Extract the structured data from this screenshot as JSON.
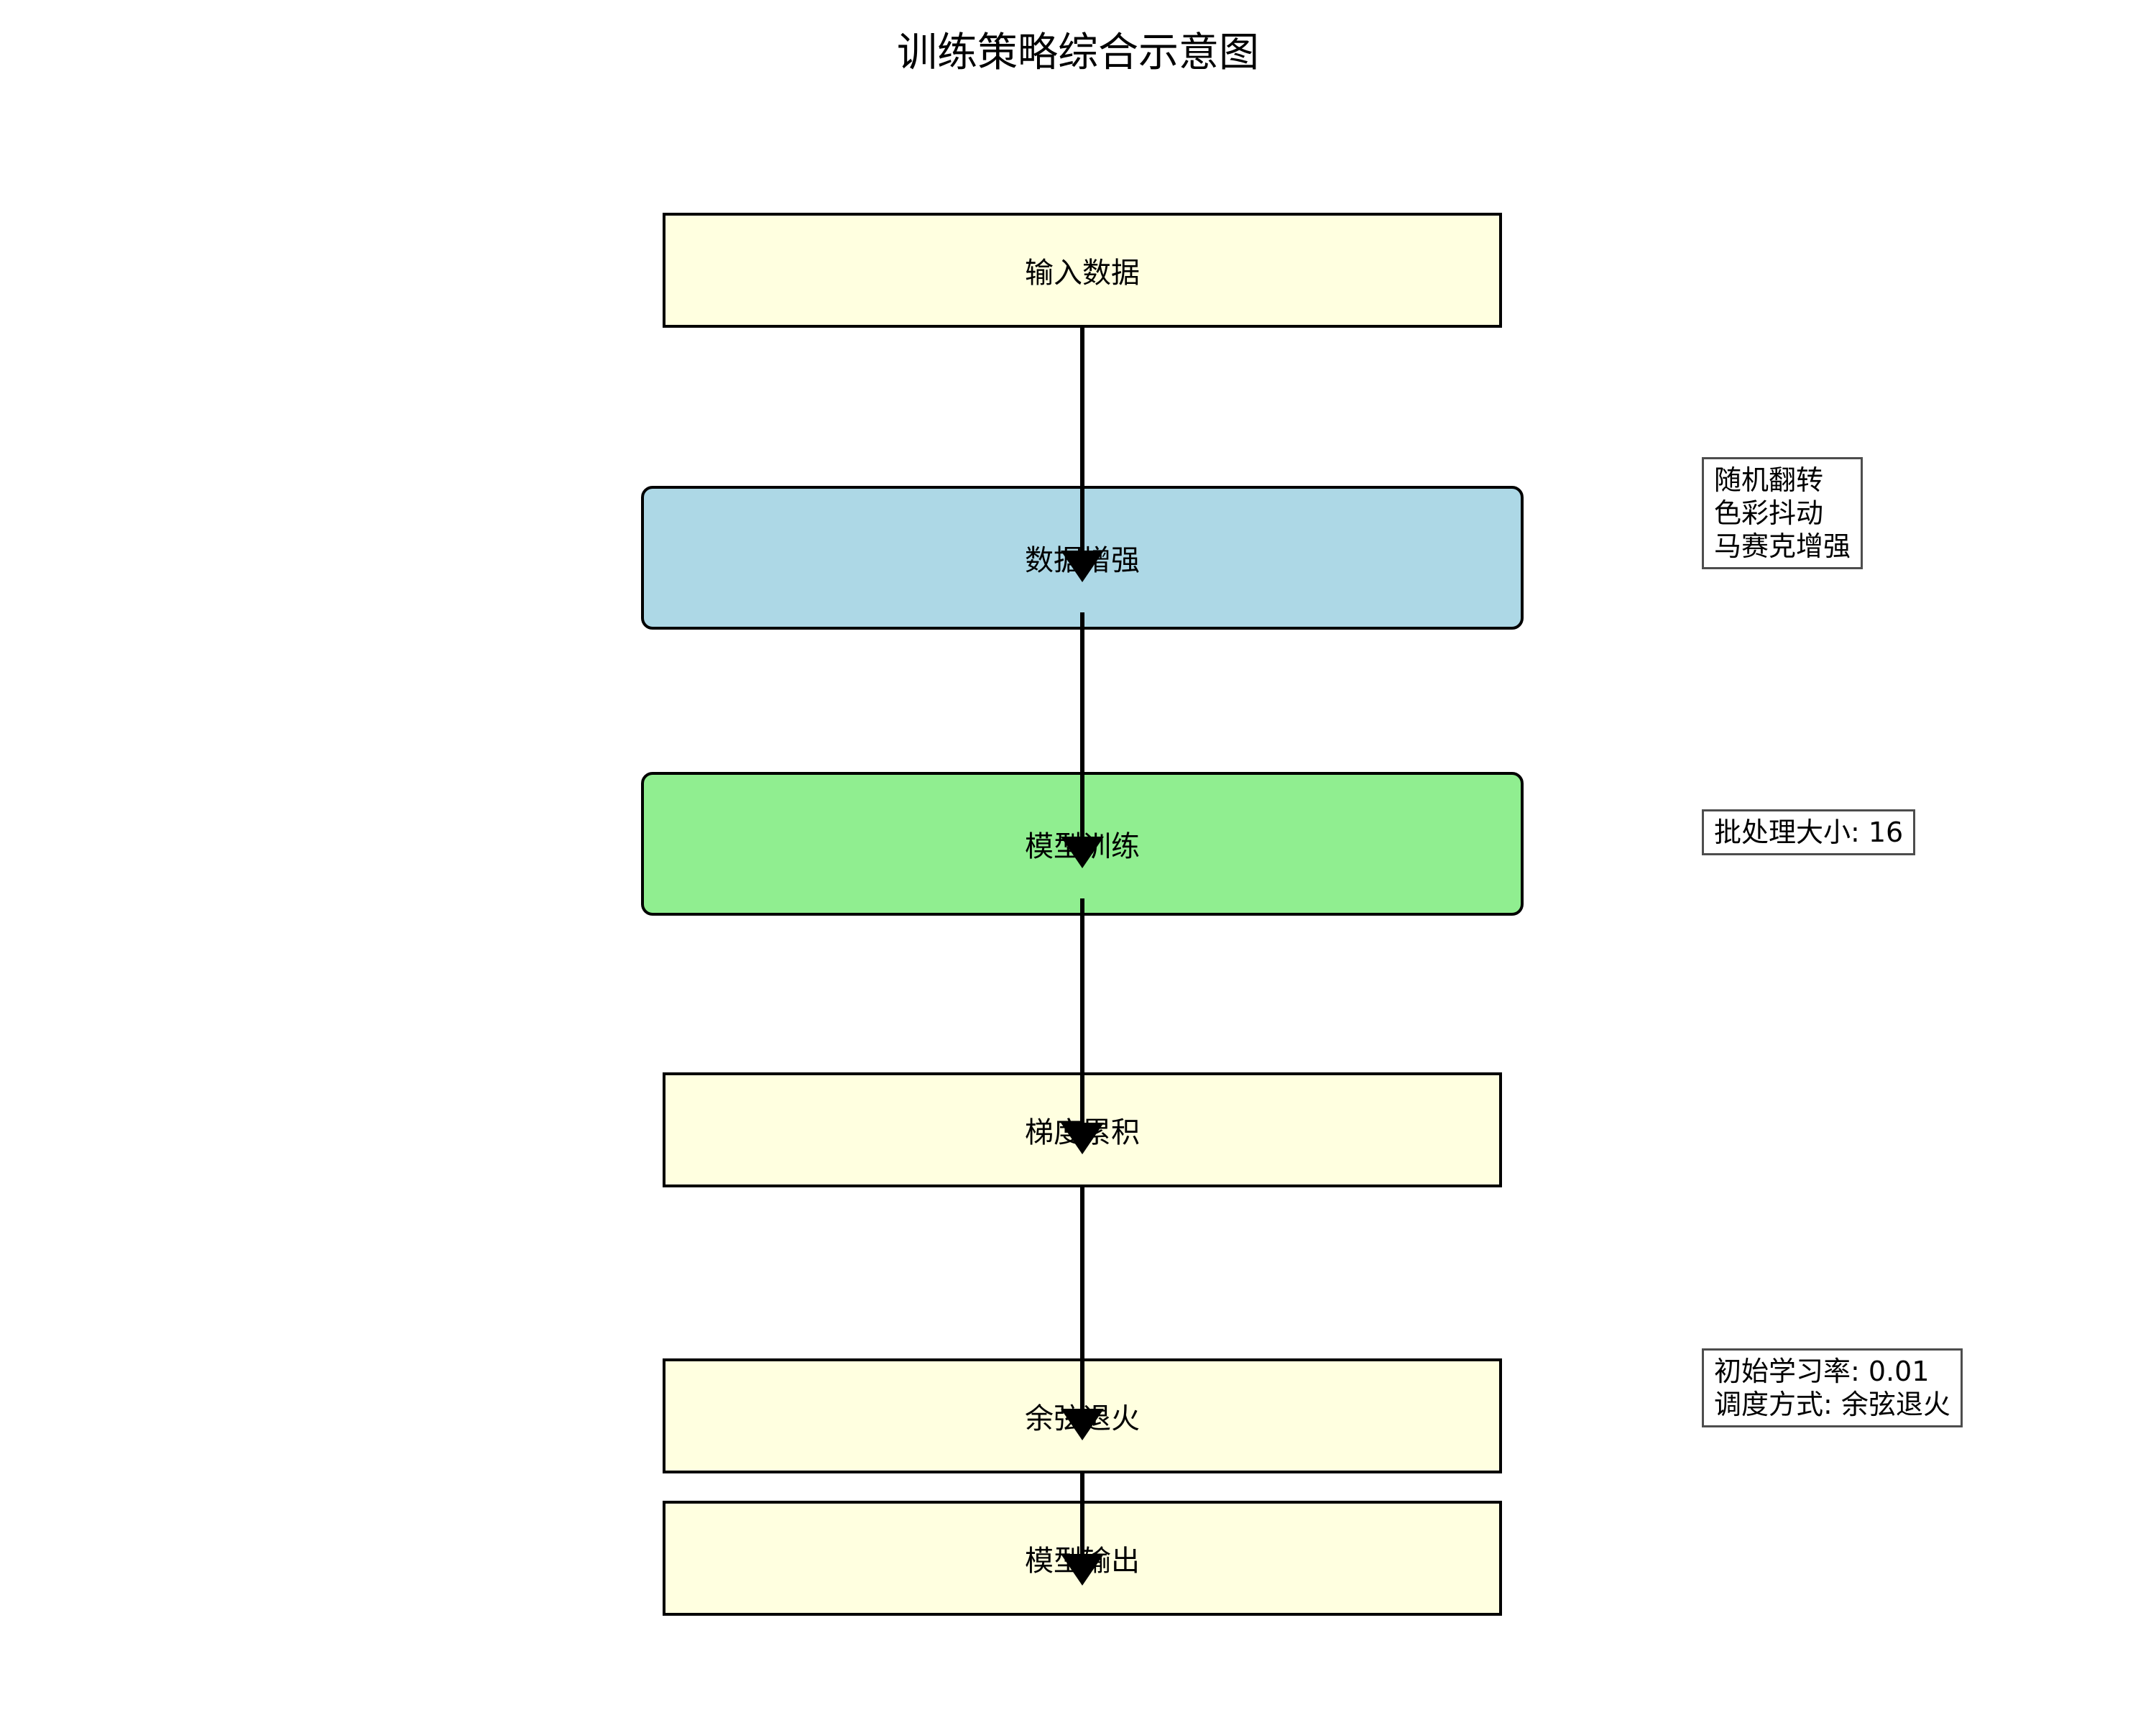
{
  "title": "训练策略综合示意图",
  "nodes": [
    {
      "id": "input",
      "label": "输入数据",
      "shape": "rect",
      "fill": "#ffffe0"
    },
    {
      "id": "augment",
      "label": "数据增强",
      "shape": "rounded",
      "fill": "#add8e6"
    },
    {
      "id": "train",
      "label": "模型训练",
      "shape": "rounded",
      "fill": "#90ee90"
    },
    {
      "id": "accumulate",
      "label": "梯度累积",
      "shape": "rect",
      "fill": "#ffffe0"
    },
    {
      "id": "anneal",
      "label": "余弦退火",
      "shape": "rect",
      "fill": "#ffffe0"
    },
    {
      "id": "output",
      "label": "模型输出",
      "shape": "rect",
      "fill": "#ffffe0"
    }
  ],
  "notes": {
    "augment": [
      "随机翻转",
      "色彩抖动",
      "马赛克增强"
    ],
    "train": [
      "批处理大小: 16"
    ],
    "anneal": [
      "初始学习率: 0.01",
      "调度方式: 余弦退火"
    ]
  },
  "edges": [
    [
      "input",
      "augment"
    ],
    [
      "augment",
      "train"
    ],
    [
      "train",
      "accumulate"
    ],
    [
      "accumulate",
      "anneal"
    ],
    [
      "anneal",
      "output"
    ]
  ],
  "colors": {
    "stroke": "#000000",
    "note_border": "#4d4d4d"
  }
}
